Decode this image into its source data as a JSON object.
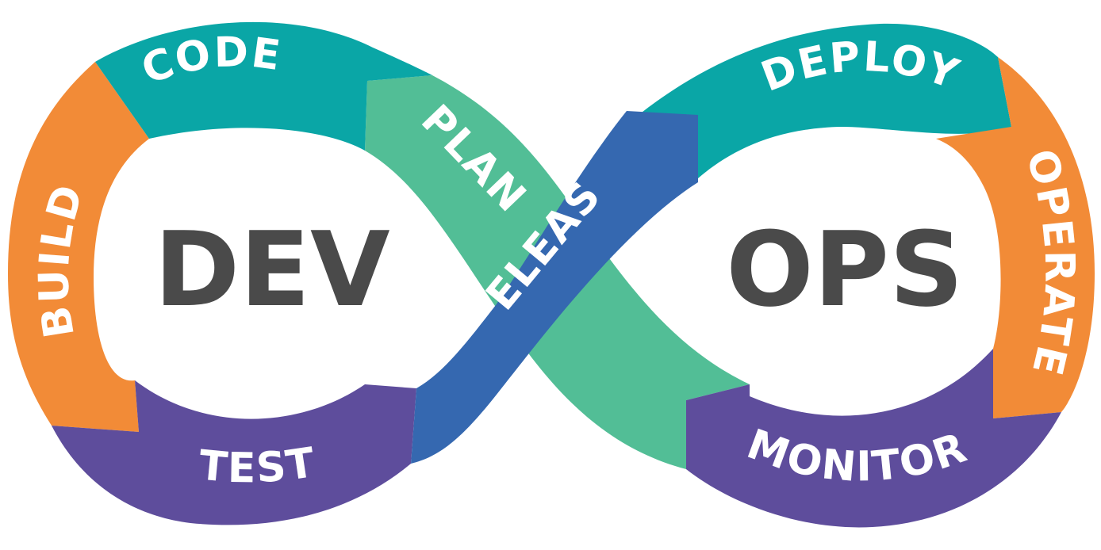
{
  "title_left": "DEV",
  "title_right": "OPS",
  "stages": {
    "plan": "PLAN",
    "code": "CODE",
    "build": "BUILD",
    "test": "TEST",
    "release": "RELEASE",
    "deploy": "DEPLOY",
    "operate": "OPERATE",
    "monitor": "MONITOR"
  },
  "colors": {
    "teal": "#0aa6a6",
    "orange": "#f28b37",
    "purple": "#5e4d9c",
    "green": "#52be96",
    "blue": "#3568b0",
    "text_dark": "#4a4a4a",
    "text_light": "#ffffff"
  }
}
